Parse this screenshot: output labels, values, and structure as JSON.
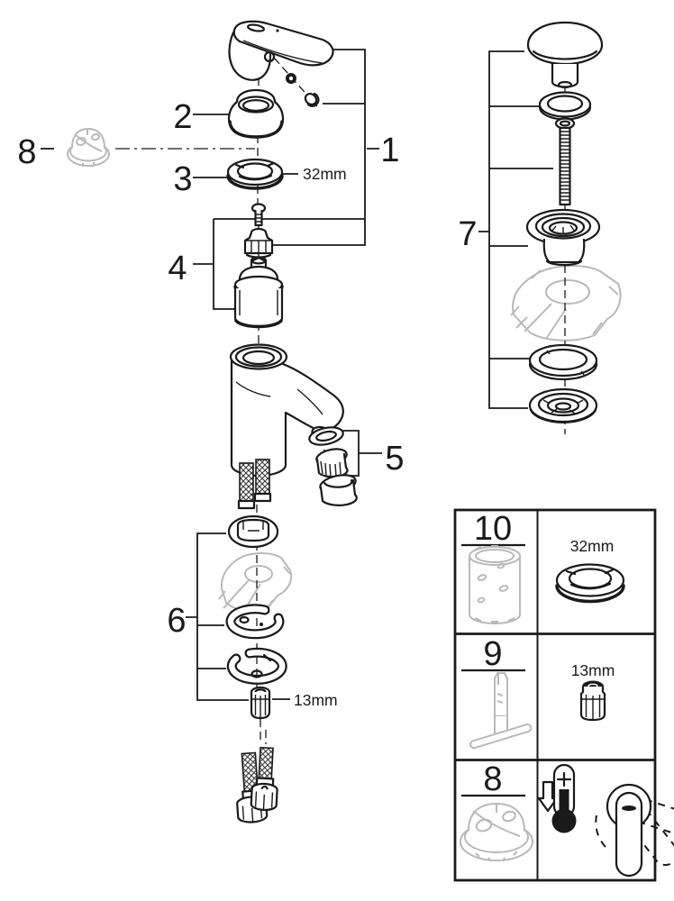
{
  "meta": {
    "type": "exploded-parts-diagram",
    "subject": "Single-lever basin mixer faucet with pop-up waste set and installation legend",
    "line_color": "#1a1a1a",
    "ghost_color": "#b9b9b9",
    "background": "#ffffff"
  },
  "callouts": {
    "n1": "1",
    "n2": "2",
    "n3": "3",
    "n4": "4",
    "n5": "5",
    "n6": "6",
    "n7": "7",
    "n8": "8",
    "dim32": "32mm",
    "dim13": "13mm"
  },
  "legend": {
    "rows": [
      {
        "num": "10",
        "left_item": "cartridge socket tool",
        "size_label": "32mm",
        "right_item": "mounting ring nut"
      },
      {
        "num": "9",
        "left_item": "hex key tool",
        "size_label": "13mm",
        "right_item": "hex nut"
      },
      {
        "num": "8",
        "left_item": "temperature limiter cap",
        "right_item": "thermometer and handle-rotation pictogram"
      }
    ]
  }
}
